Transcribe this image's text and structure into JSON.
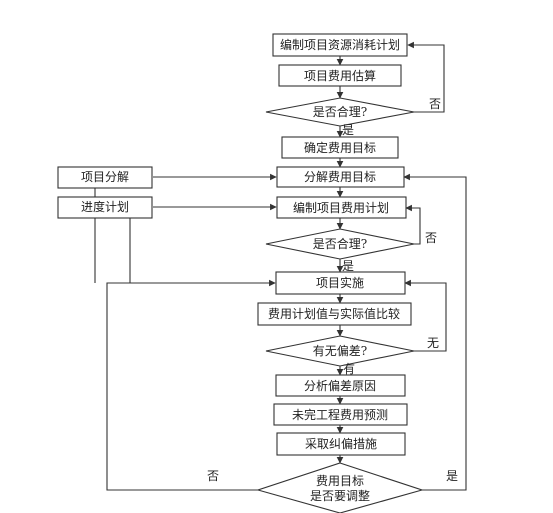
{
  "nodes": {
    "plan_consumption": "编制项目资源消耗计划",
    "cost_estimate": "项目费用估算",
    "reasonable_1": "是否合理?",
    "set_target": "确定费用目标",
    "breakdown_target": "分解费用目标",
    "project_breakdown": "项目分解",
    "schedule_plan": "进度计划",
    "compile_cost_plan": "编制项目费用计划",
    "reasonable_2": "是否合理?",
    "implementation": "项目实施",
    "compare": "费用计划值与实际值比较",
    "deviation": "有无偏差?",
    "analyze_cause": "分析偏差原因",
    "forecast": "未完工程费用预测",
    "corrective": "采取纠偏措施",
    "adjust_line1": "费用目标",
    "adjust_line2": "是否要调整"
  },
  "edge_labels": {
    "no_1": "否",
    "yes_1": "是",
    "no_2": "否",
    "yes_2": "是",
    "none": "无",
    "has": "有",
    "no_3": "否",
    "yes_3": "是"
  },
  "colors": {
    "stroke": "#333333",
    "text": "#222222"
  }
}
